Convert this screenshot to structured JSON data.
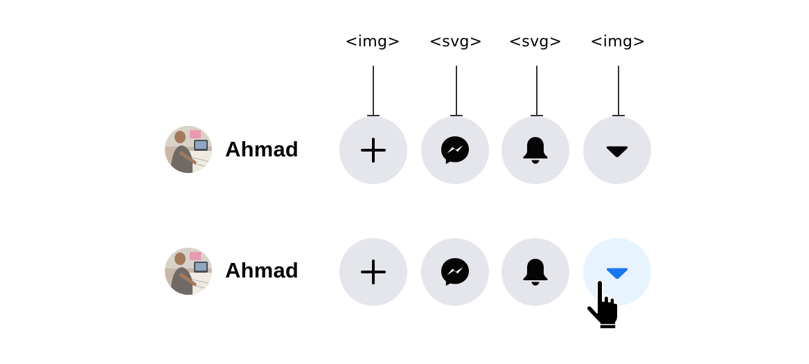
{
  "annotations": {
    "plus_tag": "<img>",
    "messenger_tag": "<svg>",
    "bell_tag": "<svg>",
    "dropdown_tag": "<img>"
  },
  "rows": [
    {
      "state": "default",
      "name": "Ahmad",
      "buttons": [
        {
          "icon": "plus-icon"
        },
        {
          "icon": "messenger-icon"
        },
        {
          "icon": "bell-icon"
        },
        {
          "icon": "caret-down-icon",
          "active": false
        }
      ]
    },
    {
      "state": "hover",
      "name": "Ahmad",
      "buttons": [
        {
          "icon": "plus-icon"
        },
        {
          "icon": "messenger-icon"
        },
        {
          "icon": "bell-icon"
        },
        {
          "icon": "caret-down-icon",
          "active": true
        }
      ]
    }
  ],
  "colors": {
    "button_bg": "#e4e6eb",
    "button_active_bg": "#e7f3ff",
    "active_icon": "#1877f2",
    "icon": "#050505"
  }
}
